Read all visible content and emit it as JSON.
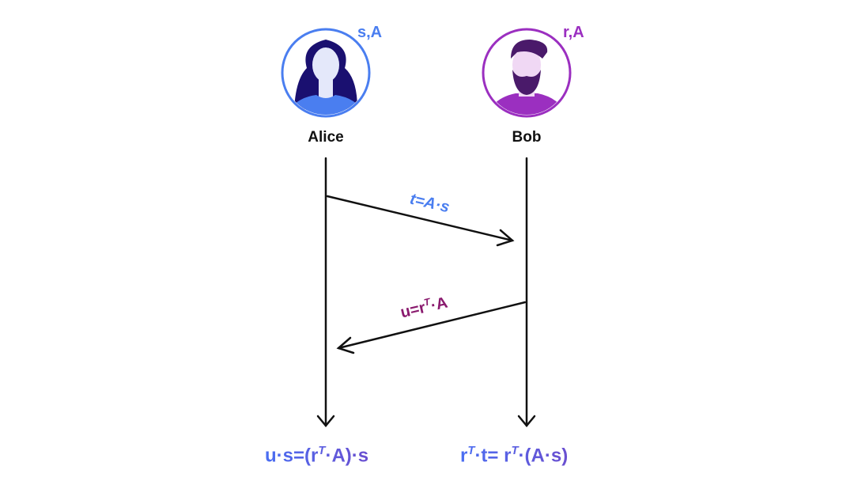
{
  "participants": [
    {
      "name": "Alice",
      "keys": "s,A",
      "color": "#4a7ef0"
    },
    {
      "name": "Bob",
      "keys": "r,A",
      "color": "#9b2fc0"
    }
  ],
  "messages": [
    {
      "label": "t=A·s",
      "from": "Alice",
      "to": "Bob",
      "color": "#4a7ef0"
    },
    {
      "label_base": "u=r",
      "label_sup": "T",
      "label_rest": "·A",
      "from": "Bob",
      "to": "Alice",
      "color": "#8a1a6e"
    }
  ],
  "results": {
    "alice": {
      "p1": "u·s=(r",
      "sup": "T",
      "p2": "·A)·s"
    },
    "bob": {
      "p1": "r",
      "sup1": "T",
      "p2": "·t= r",
      "sup2": "T",
      "p3": "·(A·s)"
    }
  }
}
